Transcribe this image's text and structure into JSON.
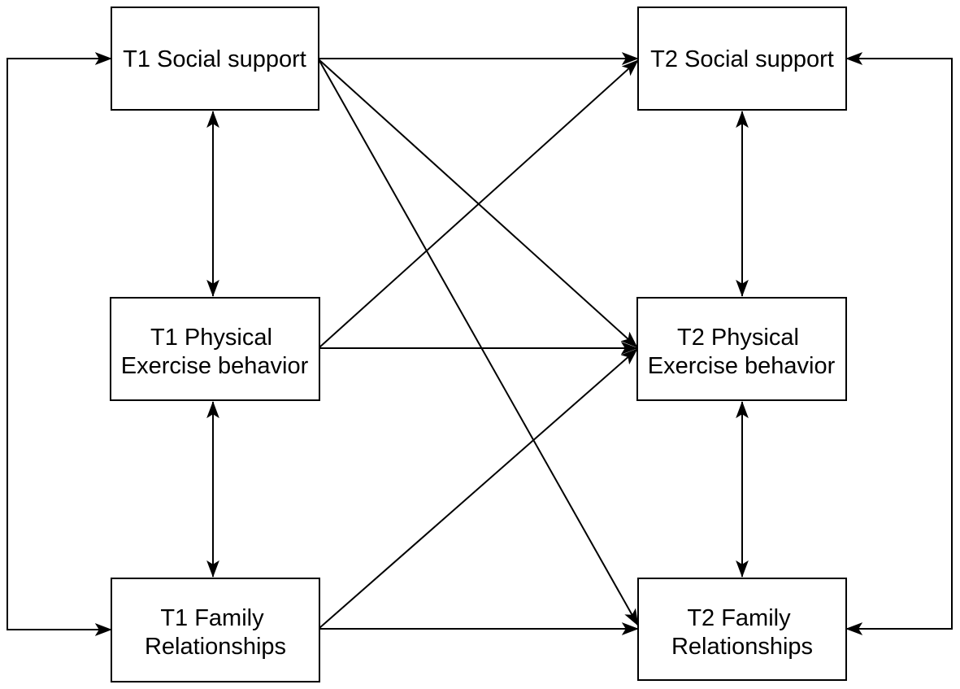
{
  "diagram": {
    "type": "cross-lagged-panel-path-model",
    "colors": {
      "background": "#ffffff",
      "line": "#000000",
      "text": "#000000",
      "box_fill": "#ffffff"
    },
    "nodes": [
      {
        "id": "t1-social-support",
        "lines": [
          "T1 Social support"
        ]
      },
      {
        "id": "t1-physical-exercise",
        "lines": [
          "T1 Physical",
          "Exercise behavior"
        ]
      },
      {
        "id": "t1-family-relationships",
        "lines": [
          "T1 Family",
          "Relationships"
        ]
      },
      {
        "id": "t2-social-support",
        "lines": [
          "T2 Social support"
        ]
      },
      {
        "id": "t2-physical-exercise",
        "lines": [
          "T2 Physical",
          "Exercise behavior"
        ]
      },
      {
        "id": "t2-family-relationships",
        "lines": [
          "T2 Family",
          "Relationships"
        ]
      }
    ],
    "edges": [
      {
        "from": "t1-social-support",
        "to": "t2-social-support",
        "type": "directed"
      },
      {
        "from": "t1-physical-exercise",
        "to": "t2-physical-exercise",
        "type": "directed"
      },
      {
        "from": "t1-family-relationships",
        "to": "t2-family-relationships",
        "type": "directed"
      },
      {
        "from": "t1-social-support",
        "to": "t2-physical-exercise",
        "type": "directed"
      },
      {
        "from": "t1-social-support",
        "to": "t2-family-relationships",
        "type": "directed"
      },
      {
        "from": "t1-physical-exercise",
        "to": "t2-social-support",
        "type": "directed"
      },
      {
        "from": "t1-family-relationships",
        "to": "t2-physical-exercise",
        "type": "directed"
      },
      {
        "from": "t1-social-support",
        "to": "t1-physical-exercise",
        "type": "bidirectional"
      },
      {
        "from": "t1-physical-exercise",
        "to": "t1-family-relationships",
        "type": "bidirectional"
      },
      {
        "from": "t2-social-support",
        "to": "t2-physical-exercise",
        "type": "bidirectional"
      },
      {
        "from": "t2-physical-exercise",
        "to": "t2-family-relationships",
        "type": "bidirectional"
      },
      {
        "from": "t1-social-support",
        "to": "t1-family-relationships",
        "type": "bidirectional-elbow-left-outer"
      },
      {
        "from": "t2-social-support",
        "to": "t2-family-relationships",
        "type": "bidirectional-elbow-right-outer"
      }
    ]
  }
}
